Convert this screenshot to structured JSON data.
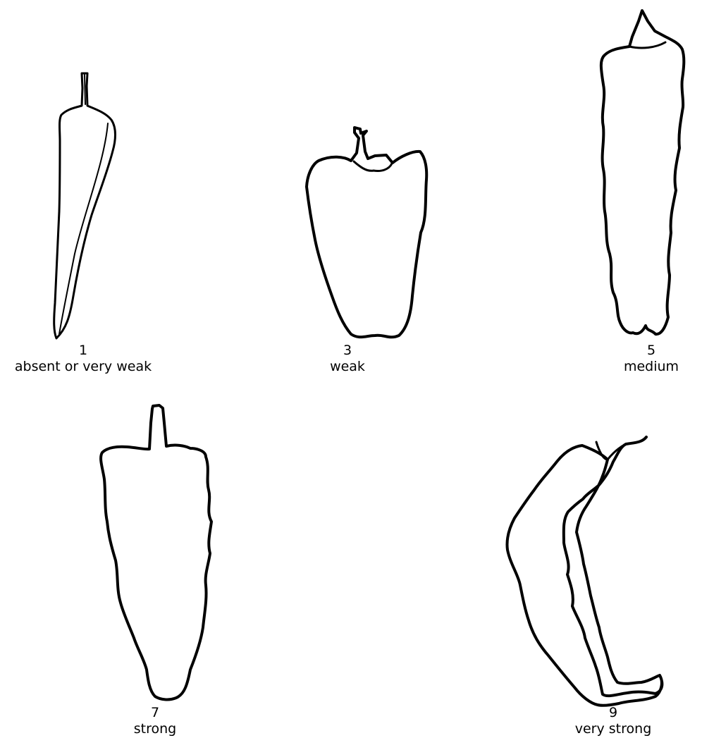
{
  "illustrations": [
    {
      "id": "1",
      "note": "1",
      "label": "absent or very weak"
    },
    {
      "id": "3",
      "note": "3",
      "label": "weak"
    },
    {
      "id": "5",
      "note": "5",
      "label": "medium"
    },
    {
      "id": "7",
      "note": "7",
      "label": "strong"
    },
    {
      "id": "9",
      "note": "9",
      "label": "very strong"
    }
  ],
  "colors": {
    "line": "#000000",
    "background": "#ffffff"
  }
}
